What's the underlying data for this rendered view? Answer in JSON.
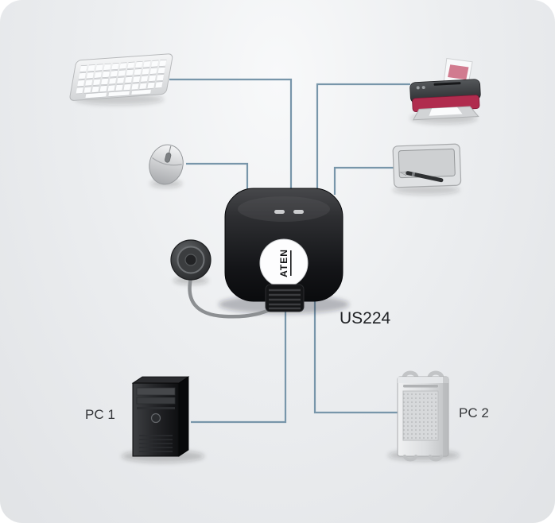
{
  "labels": {
    "device_model": "US224",
    "pc1": "PC 1",
    "pc2": "PC 2",
    "brand_logo": "ATEN"
  },
  "colors": {
    "connection_line": "#7896aa",
    "switch_body": "#17181a",
    "printer_accent": "#b02c4e",
    "background": "#e9ebed"
  },
  "icons": [
    "keyboard-icon",
    "printer-icon",
    "mouse-icon",
    "graphics-tablet-icon",
    "remote-port-selector-icon",
    "usb-switch-icon",
    "pc-tower-black-icon",
    "pc-tower-silver-icon"
  ]
}
